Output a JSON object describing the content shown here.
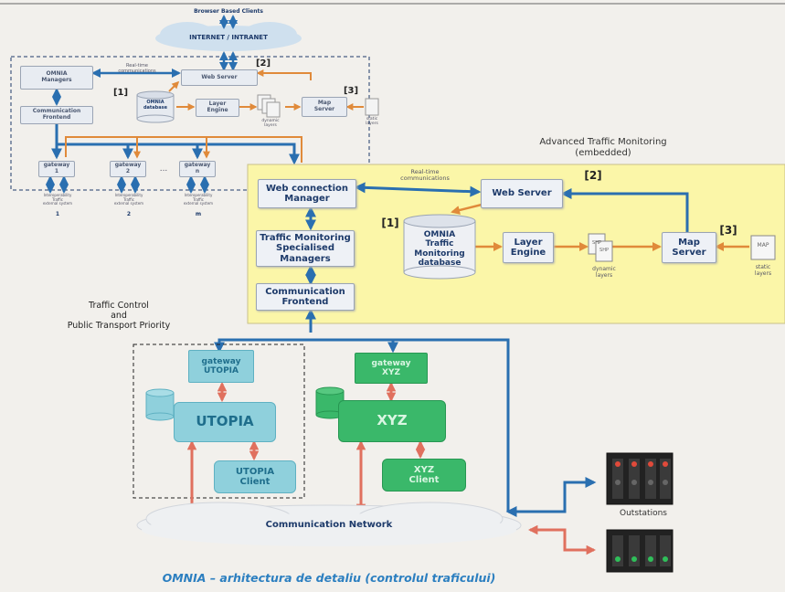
{
  "colors": {
    "blue_arrow": "#2a6fb0",
    "orange_arrow": "#e08a3a",
    "red_arrow": "#e0705e",
    "panel_yellow": "#fbf6a8",
    "utopia_teal": "#8fd0dc",
    "xyz_green": "#3ab86a"
  },
  "top": {
    "browser_clients": "Browser Based Clients",
    "cloud": "INTERNET / INTRANET",
    "omnia_managers": "OMNIA\nManagers",
    "comm_frontend": "Communication\nFrontend",
    "web_server": "Web Server",
    "realtime": "Real-time\ncommunications",
    "omnia_db": "OMNIA\ndatabase",
    "layer_engine": "Layer\nEngine",
    "dynamic_layers": "dynamic\nlayers",
    "map_server": "Map\nServer",
    "static_layers": "static\nlayers",
    "tag1": "[1]",
    "tag2": "[2]",
    "tag3": "[3]",
    "gateways": [
      {
        "label": "gateway\n1",
        "sub": "Interoperability\nTraffic\nexternal system",
        "num": "1"
      },
      {
        "label": "gateway\n2",
        "sub": "Interoperability\nTraffic\nexternal system",
        "num": "2"
      },
      {
        "label": "gateway\nn",
        "sub": "Interoperability\nTraffic\nexternal system",
        "num": "m"
      }
    ],
    "ellipsis": "..."
  },
  "atm": {
    "title": "Advanced Traffic Monitoring\n(embedded)",
    "web_connection_manager": "Web connection\nManager",
    "realtime": "Real-time\ncommunications",
    "web_server": "Web Server",
    "tag2": "[2]",
    "tag1": "[1]",
    "tag3": "[3]",
    "tm_specialised": "Traffic Monitoring\nSpecialised\nManagers",
    "omnia_db": "OMNIA\nTraffic\nMonitoring\ndatabase",
    "layer_engine": "Layer\nEngine",
    "shp1": "SHP",
    "shp2": "SHP",
    "dynamic_layers": "dynamic\nlayers",
    "map_server": "Map\nServer",
    "map_icon": "MAP",
    "static_layers": "static\nlayers",
    "comm_frontend": "Communication\nFrontend"
  },
  "bottom": {
    "traffic_control": "Traffic Control\nand\nPublic Transport Priority",
    "gateway_utopia": "gateway\nUTOPIA",
    "utopia": "UTOPIA",
    "utopia_client": "UTOPIA\nClient",
    "gateway_xyz": "gateway\nXYZ",
    "xyz": "XYZ",
    "xyz_client": "XYZ\nClient",
    "comm_network": "Communication Network",
    "outstations": "Outstations"
  },
  "caption": "OMNIA – arhitectura de detaliu (controlul traficului)"
}
